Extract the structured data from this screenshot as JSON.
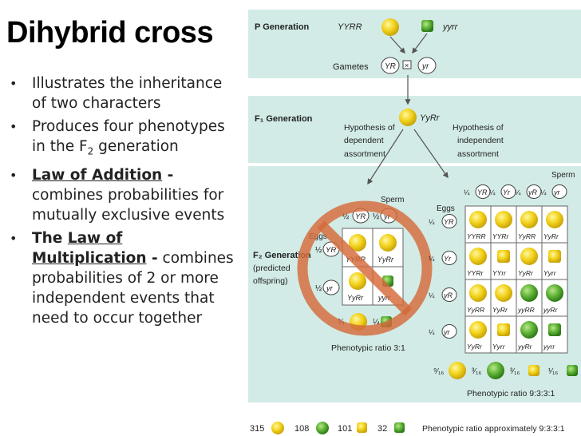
{
  "title": "Dihybrid cross",
  "bullets": {
    "b1": "Illustrates the inheritance of two characters",
    "b2_pre": "Produces four phenotypes in the F",
    "b2_sub": "2",
    "b2_post": " generation",
    "b3_term": "Law of Addition",
    "b3_dash": " -",
    "b3_rest": " combines probabilities for mutually exclusive events",
    "b4_the": "The ",
    "b4_term": "Law of Multiplication",
    "b4_dash": " -",
    "b4_rest": " combines probabilities of 2 or more independent events that need to occur together"
  },
  "figure": {
    "p_generation": "P Generation",
    "p_geno_left": "YYRR",
    "p_geno_right": "yyrr",
    "gametes": "Gametes",
    "gamete_left": "YR",
    "gamete_right": "yr",
    "f1_generation": "F₁ Generation",
    "f1_geno": "YyRr",
    "hyp_dep_1": "Hypothesis of",
    "hyp_dep_2": "dependent",
    "hyp_dep_3": "assortment",
    "hyp_ind_1": "Hypothesis of",
    "hyp_ind_2": "independent",
    "hyp_ind_3": "assortment",
    "f2_gen_1": "F₂ Generation",
    "f2_gen_2": "(predicted",
    "f2_gen_3": "offspring)",
    "sperm": "Sperm",
    "eggs": "Eggs",
    "half": "½",
    "quarter": "¼",
    "dep_gametes": [
      "YR",
      "yr"
    ],
    "dep_cells": [
      "YYRR",
      "YyRr",
      "YyRr",
      "yyrr"
    ],
    "dep_ratio_frac": "¾",
    "dep_ratio_frac2": "¼",
    "dep_ratio": "Phenotypic ratio 3:1",
    "ind_gametes": [
      "YR",
      "Yr",
      "yR",
      "yr"
    ],
    "ind_cells": [
      [
        "YYRR",
        "YYRr",
        "YyRR",
        "YyRr"
      ],
      [
        "YYRr",
        "YYrr",
        "YyRr",
        "Yyrr"
      ],
      [
        "YyRR",
        "YyRr",
        "yyRR",
        "yyRr"
      ],
      [
        "YyRr",
        "Yyrr",
        "yyRr",
        "yyrr"
      ]
    ],
    "ind_fracs": [
      "⁹⁄₁₆",
      "³⁄₁₆",
      "³⁄₁₆",
      "¹⁄₁₆"
    ],
    "ind_ratio": "Phenotypic ratio 9:3:3:1",
    "counts": [
      "315",
      "108",
      "101",
      "32"
    ],
    "approx_ratio": "Phenotypic ratio approximately 9:3:3:1"
  },
  "colors": {
    "panel": "#d2ebe6",
    "yellow": "#f2d21a",
    "green": "#5db234",
    "no_sign": "#d66a3a"
  }
}
